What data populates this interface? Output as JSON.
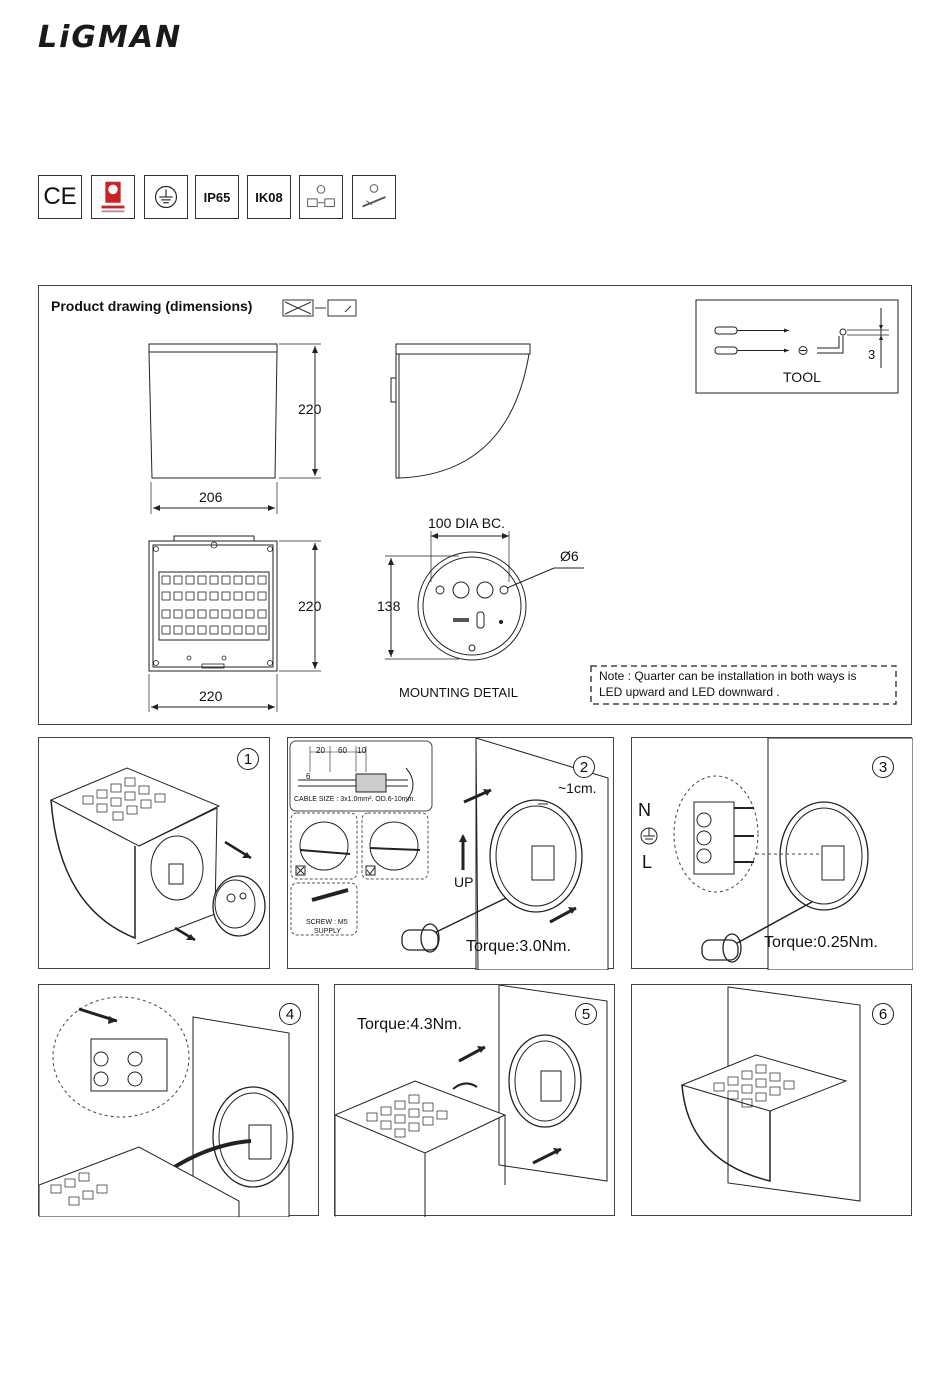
{
  "brand": "LiGMAN",
  "certifications": [
    {
      "label": "CE",
      "icon": "ce-mark-icon"
    },
    {
      "label": "",
      "icon": "quality-badge-icon"
    },
    {
      "label": "",
      "icon": "ground-symbol-icon"
    },
    {
      "label": "IP65",
      "icon": "ip-rating-icon"
    },
    {
      "label": "IK08",
      "icon": "ik-rating-icon"
    },
    {
      "label": "",
      "icon": "installation-orientation-icon"
    },
    {
      "label": "",
      "icon": "mounting-orientation-icon"
    }
  ],
  "drawing": {
    "title": "Product drawing (dimensions)",
    "front_height": "220",
    "front_width": "206",
    "top_height": "220",
    "top_width": "220",
    "mount_bc": "100 DIA BC.",
    "mount_hole": "Ø6",
    "mount_height": "138",
    "mount_label": "MOUNTING DETAIL",
    "tool_label": "TOOL",
    "tool_size": "3",
    "note_line1": "Note : Quarter can be installation in both ways is",
    "note_line2": "LED upward and LED downward ."
  },
  "steps": [
    {
      "num": "1"
    },
    {
      "num": "2",
      "gap": "~1cm.",
      "dims": [
        "20",
        "60",
        "10",
        "6"
      ],
      "cable": "CABLE SIZE : 3x1.0mm². OD.6-10mm.",
      "screw": "SCREW : M5",
      "supply": "SUPPLY",
      "up": "UP",
      "torque": "Torque:3.0Nm."
    },
    {
      "num": "3",
      "n": "N",
      "l": "L",
      "torque": "Torque:0.25Nm."
    },
    {
      "num": "4"
    },
    {
      "num": "5",
      "torque": "Torque:4.3Nm."
    },
    {
      "num": "6"
    }
  ]
}
